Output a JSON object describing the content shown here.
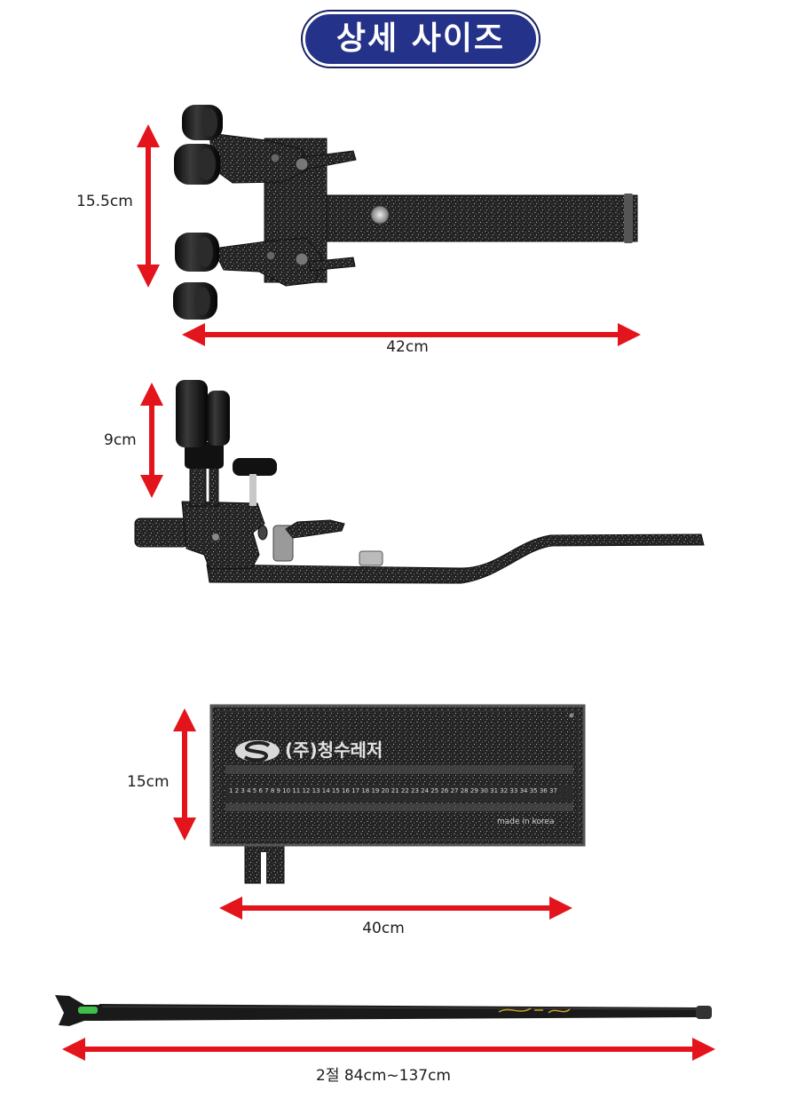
{
  "title": "상세 사이즈",
  "colors": {
    "title_badge": "#24328a",
    "dimension_arrow": "#e3141c",
    "label_text": "#1c1c1c",
    "product_metal": "#222222",
    "level_bubble": "#3fbf4a",
    "rod_decoration": "#c9a227"
  },
  "top_view": {
    "height": "15.5cm",
    "width": "42cm"
  },
  "side_view": {
    "height": "9cm"
  },
  "plate": {
    "height": "15cm",
    "width": "40cm",
    "brand": "(주)청수레저",
    "origin": "made in korea",
    "logo_icon": "logo-icon",
    "scale_numbers": [
      "1",
      "2",
      "3",
      "4",
      "5",
      "6",
      "7",
      "8",
      "9",
      "10",
      "11",
      "12",
      "13",
      "14",
      "15",
      "16",
      "17",
      "18",
      "19",
      "20",
      "21",
      "22",
      "23",
      "24",
      "25",
      "26",
      "27",
      "28",
      "29",
      "30",
      "31",
      "32",
      "33",
      "34",
      "35",
      "36",
      "37"
    ]
  },
  "rod": {
    "length": "2절 84cm~137cm"
  }
}
